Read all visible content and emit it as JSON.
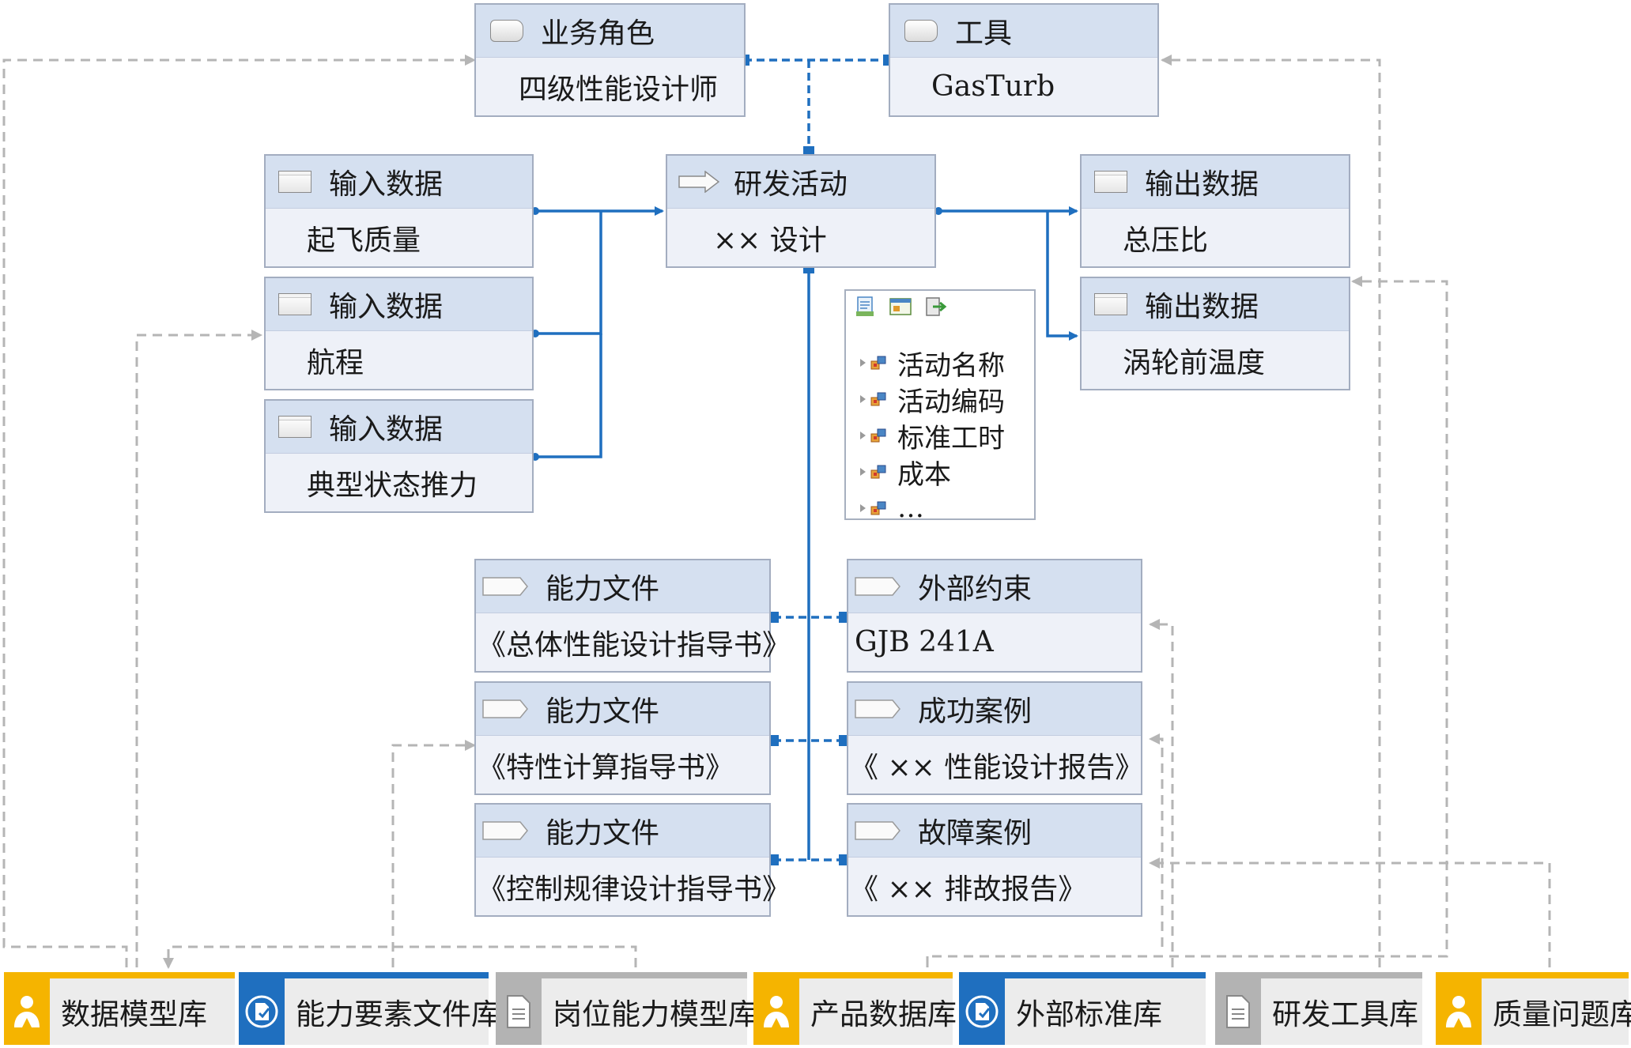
{
  "nodes": {
    "role": {
      "header": "业务角色",
      "value": "四级性能设计师"
    },
    "tool": {
      "header": "工具",
      "value": "GasTurb"
    },
    "activity": {
      "header": "研发活动",
      "value": "×× 设计"
    },
    "inputs": [
      {
        "header": "输入数据",
        "value": "起飞质量"
      },
      {
        "header": "输入数据",
        "value": "航程"
      },
      {
        "header": "输入数据",
        "value": "典型状态推力"
      }
    ],
    "outputs": [
      {
        "header": "输出数据",
        "value": "总压比"
      },
      {
        "header": "输出数据",
        "value": "涡轮前温度"
      }
    ],
    "capability_files": [
      {
        "header": "能力文件",
        "value": "《总体性能设计指导书》"
      },
      {
        "header": "能力文件",
        "value": "《特性计算指导书》"
      },
      {
        "header": "能力文件",
        "value": "《控制规律设计指导书》"
      }
    ],
    "right_column": [
      {
        "header": "外部约束",
        "value": "GJB 241A"
      },
      {
        "header": "成功案例",
        "value": "《 ×× 性能设计报告》"
      },
      {
        "header": "故障案例",
        "value": "《 ×× 排故报告》"
      }
    ]
  },
  "properties_panel": {
    "items": [
      "活动名称",
      "活动编码",
      "标准工时",
      "成本"
    ],
    "more": "…"
  },
  "libraries": [
    {
      "label": "数据模型库",
      "color": "#f5b400",
      "icon": "people-icon"
    },
    {
      "label": "能力要素文件库",
      "color": "#1f6fbf",
      "icon": "document-badge-icon"
    },
    {
      "label": "岗位能力模型库",
      "color": "#b3b3b3",
      "icon": "file-icon"
    },
    {
      "label": "产品数据库",
      "color": "#f5b400",
      "icon": "people-icon"
    },
    {
      "label": "外部标准库",
      "color": "#1f6fbf",
      "icon": "document-badge-icon"
    },
    {
      "label": "研发工具库",
      "color": "#b3b3b3",
      "icon": "file-icon"
    },
    {
      "label": "质量问题库",
      "color": "#f5b400",
      "icon": "people-icon"
    }
  ],
  "colors": {
    "solid_link": "#1f6fbf",
    "dashed_link": "#b5b5b5",
    "node_header": "#d5e0f0",
    "node_body": "#eef1f8"
  }
}
